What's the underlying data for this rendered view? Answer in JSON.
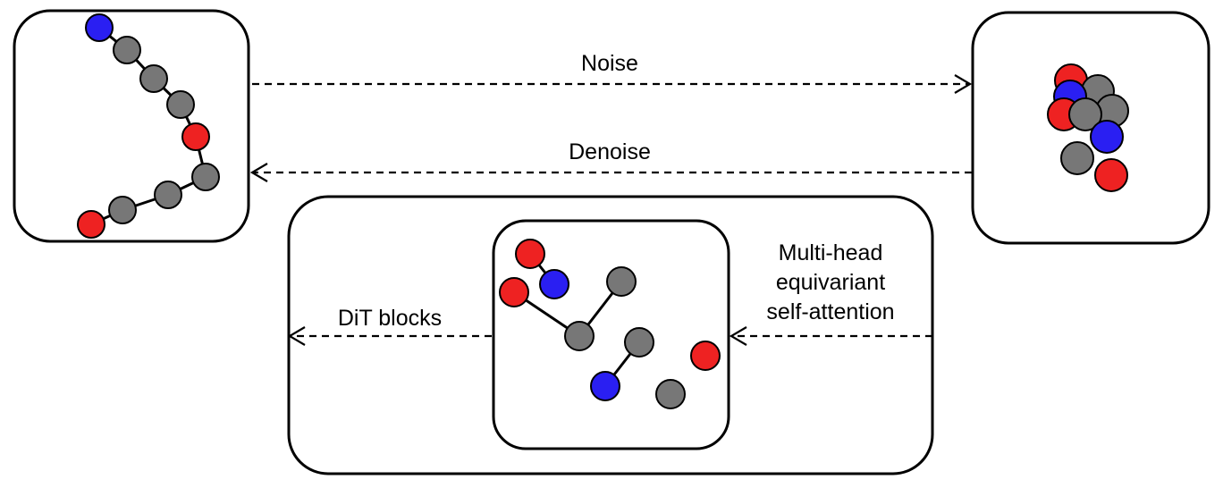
{
  "colors": {
    "nitrogen": "#2a1ff2",
    "carbon": "#777777",
    "oxygen": "#ee2222",
    "line": "#000000",
    "background": "#ffffff"
  },
  "labels": {
    "noise": "Noise",
    "denoise": "Denoise",
    "dit_blocks": "DiT blocks",
    "attention_line1": "Multi-head",
    "attention_line2": "equivariant",
    "attention_line3": "self-attention"
  },
  "panels": {
    "clean_molecule": {
      "atoms": [
        "nitrogen",
        "carbon",
        "carbon",
        "carbon",
        "oxygen",
        "carbon",
        "carbon",
        "carbon",
        "oxygen"
      ]
    },
    "noisy_molecule": {
      "atoms": [
        "oxygen",
        "carbon",
        "nitrogen",
        "carbon",
        "oxygen",
        "carbon",
        "nitrogen",
        "carbon",
        "oxygen"
      ]
    },
    "attention_molecule": {
      "atoms": [
        "oxygen",
        "nitrogen",
        "oxygen",
        "carbon",
        "carbon",
        "carbon",
        "nitrogen",
        "oxygen",
        "carbon"
      ]
    }
  }
}
